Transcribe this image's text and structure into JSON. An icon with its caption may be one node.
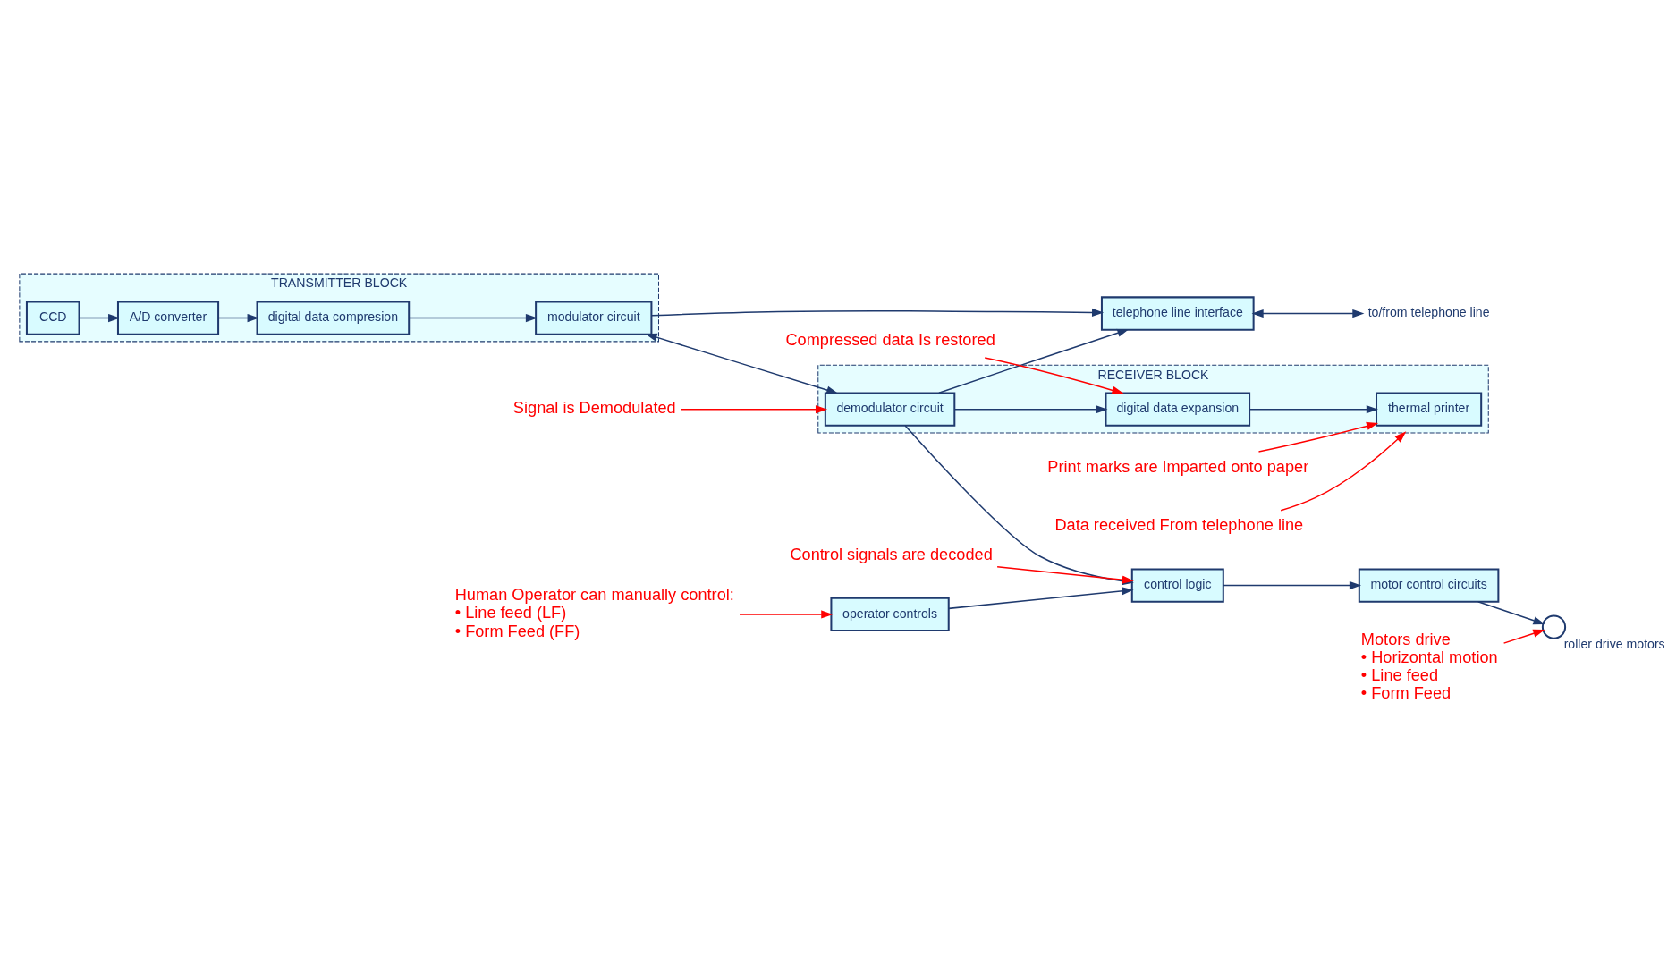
{
  "diagram": {
    "nodes": [
      {
        "text": [
          "TRANSMITTER BLOCK"
        ]
      },
      {
        "text": [
          "CCD"
        ],
        "in": 0
      },
      {
        "text": [
          "A/D converter"
        ],
        "in": 0
      },
      {
        "text": [
          "digital data compresion"
        ],
        "in": 0
      },
      {
        "text": [
          "modulator circuit"
        ],
        "in": 0
      },
      {
        "text": [
          "telephone line interface"
        ]
      },
      {
        "text": [
          "to/from telephone line"
        ]
      },
      {
        "text": [
          "RECEIVER BLOCK"
        ]
      },
      {
        "text": [
          "thermal printer"
        ],
        "in": 7
      },
      {
        "text": [
          "digital data expansion"
        ],
        "in": 7
      },
      {
        "text": [
          "demodulator circuit"
        ],
        "in": 7
      },
      {
        "text": [
          "control logic"
        ]
      },
      {
        "text": [
          "operator controls"
        ]
      },
      {
        "text": [
          "motor control circuits"
        ]
      },
      {
        "text": [],
        "shape": "circle",
        "beside": [
          "roller drive motors"
        ]
      },
      {
        "text": [
          "Print marks are Imparted onto paper"
        ]
      },
      {
        "text": [
          "Compressed data Is restored"
        ]
      },
      {
        "text": [
          "Data received From telephone line"
        ]
      },
      {
        "text": [
          "Signal is Demodulated"
        ]
      },
      {
        "text": [
          "Motors drive",
          "• Horizontal motion",
          "• Line feed",
          "• Form Feed"
        ]
      },
      {
        "text": [
          "Control signals are decoded"
        ]
      },
      {
        "text": [
          "Human Operator can manually control:",
          "• Line feed (LF)",
          "• Form Feed (FF)"
        ]
      }
    ],
    "edges": [
      {
        "from": 1,
        "to": 2,
        "arrow": "to"
      },
      {
        "from": 2,
        "to": 3,
        "arrow": "to"
      },
      {
        "from": 3,
        "to": 4,
        "arrow": "to"
      },
      {
        "from": 4,
        "to": 5,
        "arrow": "to"
      },
      {
        "from": 4,
        "to": 10,
        "arrow": "both"
      },
      {
        "from": 5,
        "to": 6,
        "arrow": "both"
      },
      {
        "from": 10,
        "to": 5,
        "arrow": "to"
      },
      {
        "from": 10,
        "to": 9,
        "arrow": "to"
      },
      {
        "from": 9,
        "to": 8,
        "arrow": "to"
      },
      {
        "from": 10,
        "to": 11,
        "arrow": "to"
      },
      {
        "from": 12,
        "to": 11,
        "arrow": "to"
      },
      {
        "from": 11,
        "to": 13,
        "arrow": "to"
      },
      {
        "from": 13,
        "to": 14,
        "arrow": "to"
      },
      {
        "from": 15,
        "to": 8,
        "arrow": "to",
        "color": "#ff0000"
      },
      {
        "from": 16,
        "to": 9,
        "arrow": "to",
        "color": "#ff0000"
      },
      {
        "from": 17,
        "to": 7,
        "arrow": "to",
        "color": "#ff0000"
      },
      {
        "from": 18,
        "to": 10,
        "arrow": "to",
        "color": "#ff0000"
      },
      {
        "from": 19,
        "to": 14,
        "arrow": "to",
        "color": "#ff0000"
      },
      {
        "from": 20,
        "to": 11,
        "arrow": "to",
        "color": "#ff0000"
      },
      {
        "from": 21,
        "to": 12,
        "arrow": "to",
        "color": "#ff0000"
      }
    ]
  }
}
